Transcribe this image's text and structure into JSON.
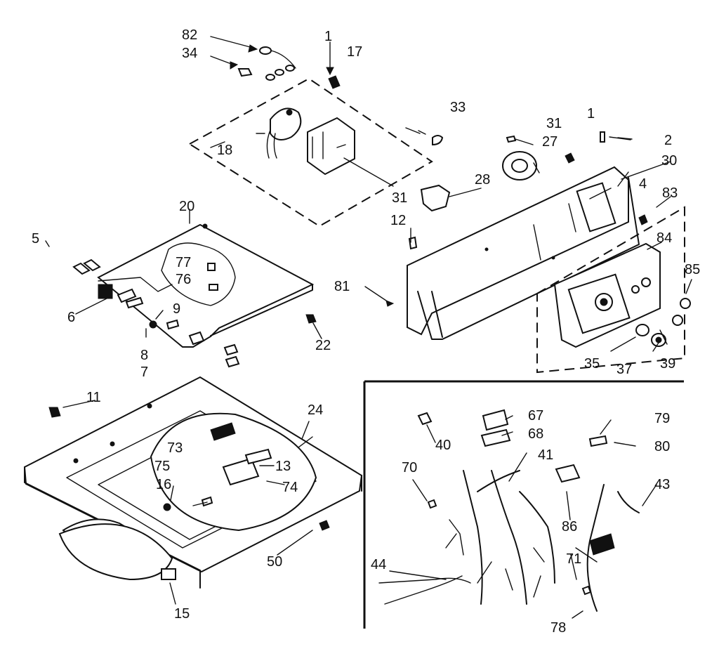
{
  "callouts": [
    {
      "id": "82",
      "text": "82"
    },
    {
      "id": "34",
      "text": "34"
    },
    {
      "id": "1a",
      "text": "1"
    },
    {
      "id": "17",
      "text": "17"
    },
    {
      "id": "33",
      "text": "33"
    },
    {
      "id": "18",
      "text": "18"
    },
    {
      "id": "1b",
      "text": "1"
    },
    {
      "id": "31a",
      "text": "31"
    },
    {
      "id": "27",
      "text": "27"
    },
    {
      "id": "2",
      "text": "2"
    },
    {
      "id": "28",
      "text": "28"
    },
    {
      "id": "30",
      "text": "30"
    },
    {
      "id": "31b",
      "text": "31"
    },
    {
      "id": "12",
      "text": "12"
    },
    {
      "id": "4",
      "text": "4"
    },
    {
      "id": "83",
      "text": "83"
    },
    {
      "id": "20",
      "text": "20"
    },
    {
      "id": "5",
      "text": "5"
    },
    {
      "id": "77",
      "text": "77"
    },
    {
      "id": "76",
      "text": "76"
    },
    {
      "id": "81",
      "text": "81"
    },
    {
      "id": "84",
      "text": "84"
    },
    {
      "id": "85",
      "text": "85"
    },
    {
      "id": "6",
      "text": "6"
    },
    {
      "id": "9",
      "text": "9"
    },
    {
      "id": "8",
      "text": "8"
    },
    {
      "id": "7",
      "text": "7"
    },
    {
      "id": "22",
      "text": "22"
    },
    {
      "id": "35",
      "text": "35"
    },
    {
      "id": "37",
      "text": "37"
    },
    {
      "id": "39",
      "text": "39"
    },
    {
      "id": "11",
      "text": "11"
    },
    {
      "id": "24",
      "text": "24"
    },
    {
      "id": "73",
      "text": "73"
    },
    {
      "id": "13",
      "text": "13"
    },
    {
      "id": "75",
      "text": "75"
    },
    {
      "id": "16",
      "text": "16"
    },
    {
      "id": "74",
      "text": "74"
    },
    {
      "id": "50",
      "text": "50"
    },
    {
      "id": "15",
      "text": "15"
    },
    {
      "id": "40",
      "text": "40"
    },
    {
      "id": "67",
      "text": "67"
    },
    {
      "id": "68",
      "text": "68"
    },
    {
      "id": "79",
      "text": "79"
    },
    {
      "id": "80",
      "text": "80"
    },
    {
      "id": "41",
      "text": "41"
    },
    {
      "id": "70",
      "text": "70"
    },
    {
      "id": "43",
      "text": "43"
    },
    {
      "id": "86",
      "text": "86"
    },
    {
      "id": "44",
      "text": "44"
    },
    {
      "id": "71",
      "text": "71"
    },
    {
      "id": "78",
      "text": "78"
    }
  ]
}
